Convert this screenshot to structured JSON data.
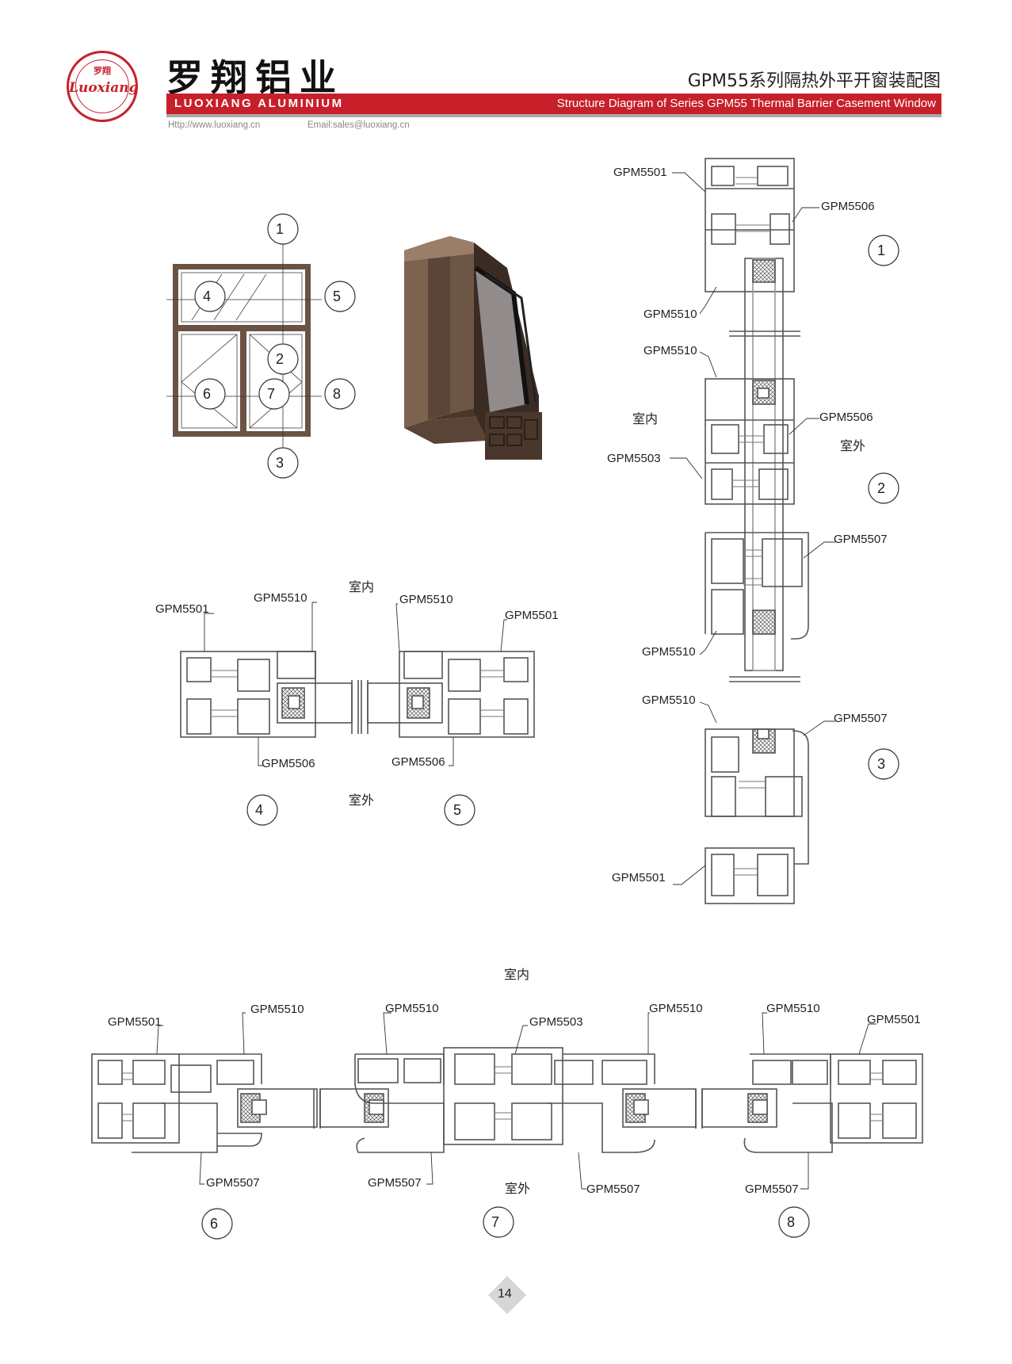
{
  "header": {
    "logo_cn": "罗翔",
    "logo_script": "Luoxiang",
    "brand_cn": "罗翔铝业",
    "brand_en": "LUOXIANG ALUMINIUM",
    "title_cn": "GPM55系列隔热外平开窗装配图",
    "title_en": "Structure Diagram of Series GPM55 Thermal Barrier Casement Window",
    "url": "Http://www.luoxiang.cn",
    "email": "Email:sales@luoxiang.cn"
  },
  "colors": {
    "brand_red": "#c8202a",
    "frame_brown": "#6b5344",
    "profile_stroke": "#555555"
  },
  "elevation": {
    "callouts": [
      "1",
      "2",
      "3",
      "4",
      "5",
      "6",
      "7",
      "8"
    ]
  },
  "labels": {
    "indoor": "室内",
    "outdoor": "室外",
    "GPM5501": "GPM5501",
    "GPM5503": "GPM5503",
    "GPM5506": "GPM5506",
    "GPM5507": "GPM5507",
    "GPM5510": "GPM5510"
  },
  "sections": {
    "s1": "1",
    "s2": "2",
    "s3": "3",
    "s4": "4",
    "s5": "5",
    "s6": "6",
    "s7": "7",
    "s8": "8"
  },
  "page_number": "14"
}
